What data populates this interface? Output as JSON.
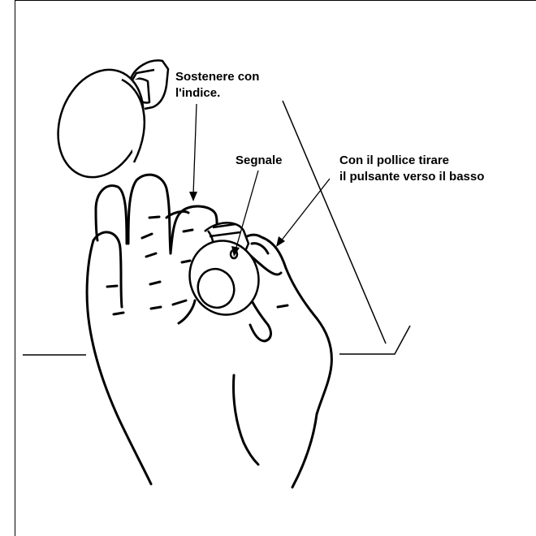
{
  "labels": {
    "support": {
      "line1": "Sostenere con",
      "line2": "l'indice."
    },
    "signal": "Segnale",
    "thumb": {
      "line1": "Con il pollice tirare",
      "line2": "il pulsante verso il basso"
    }
  },
  "colors": {
    "ink": "#000000",
    "paper": "#ffffff"
  }
}
